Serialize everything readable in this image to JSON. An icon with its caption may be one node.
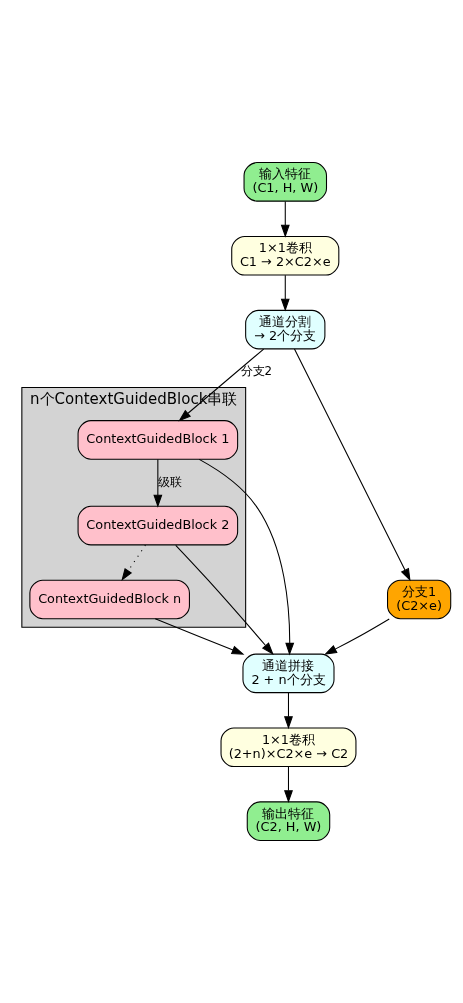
{
  "diagram": {
    "nodes": [
      {
        "text": [
          "输入特征",
          "(C1, H, W)"
        ]
      },
      {
        "text": [
          "1×1卷积",
          "C1 → 2×C2×e"
        ]
      },
      {
        "text": [
          "通道分割",
          "→ 2个分支"
        ]
      },
      {
        "text": [
          "n个ContextGuidedBlock串联"
        ]
      },
      {
        "text": [
          "ContextGuidedBlock 1"
        ],
        "in": 3
      },
      {
        "text": [
          "ContextGuidedBlock 2"
        ],
        "in": 3
      },
      {
        "text": [
          "ContextGuidedBlock n"
        ],
        "in": 3
      },
      {
        "text": [
          "分支1",
          "(C2×e)"
        ]
      },
      {
        "text": [
          "通道拼接",
          "2 + n个分支"
        ]
      },
      {
        "text": [
          "1×1卷积",
          "(2+n)×C2×e → C2"
        ]
      },
      {
        "text": [
          "输出特征",
          "(C2, H, W)"
        ]
      }
    ],
    "edges": [
      {
        "from": 0,
        "to": 1,
        "arrow": "to"
      },
      {
        "from": 1,
        "to": 2,
        "arrow": "to"
      },
      {
        "from": 2,
        "to": 4,
        "arrow": "to",
        "label": "分支2"
      },
      {
        "from": 2,
        "to": 7,
        "arrow": "to"
      },
      {
        "from": 4,
        "to": 5,
        "arrow": "to",
        "label": "级联"
      },
      {
        "from": 5,
        "to": 6,
        "arrow": "to",
        "style": "dashed"
      },
      {
        "from": 4,
        "to": 8,
        "arrow": "to"
      },
      {
        "from": 5,
        "to": 8,
        "arrow": "to"
      },
      {
        "from": 6,
        "to": 8,
        "arrow": "to"
      },
      {
        "from": 7,
        "to": 8,
        "arrow": "to"
      },
      {
        "from": 8,
        "to": 9,
        "arrow": "to"
      },
      {
        "from": 9,
        "to": 10,
        "arrow": "to"
      }
    ]
  }
}
